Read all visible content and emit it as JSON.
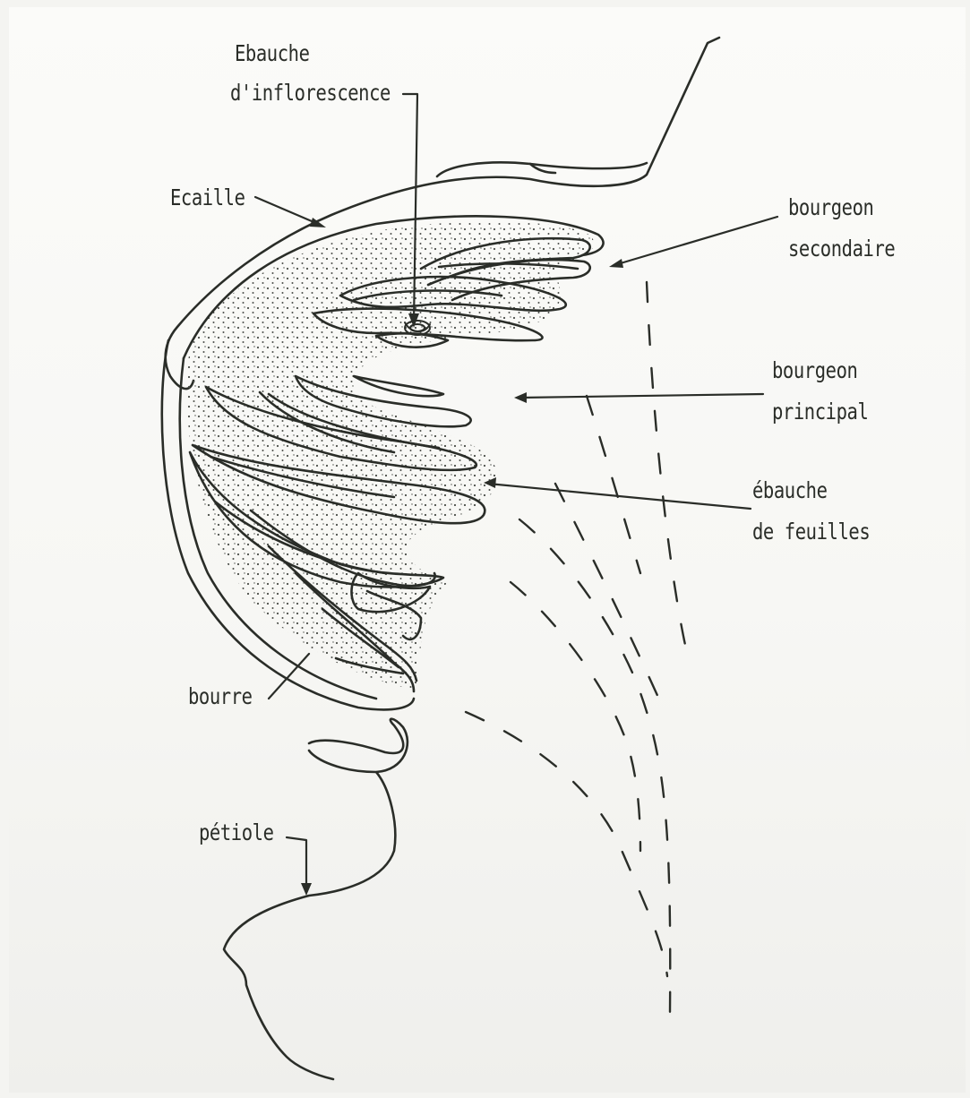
{
  "labels": {
    "ebauche_inflorescence_line1": "Ebauche",
    "ebauche_inflorescence_line2": "d'inflorescence",
    "ecaille": "Ecaille",
    "bourgeon_secondaire_line1": "bourgeon",
    "bourgeon_secondaire_line2": "secondaire",
    "bourgeon_principal_line1": "bourgeon",
    "bourgeon_principal_line2": "principal",
    "ebauche_feuilles_line1": "ébauche",
    "ebauche_feuilles_line2": "de feuilles",
    "bourre": "bourre",
    "petiole": "pétiole"
  },
  "colors": {
    "ink": "#2a2d28",
    "paper": "#f7f7f4",
    "stipple": "#4a4d48"
  }
}
